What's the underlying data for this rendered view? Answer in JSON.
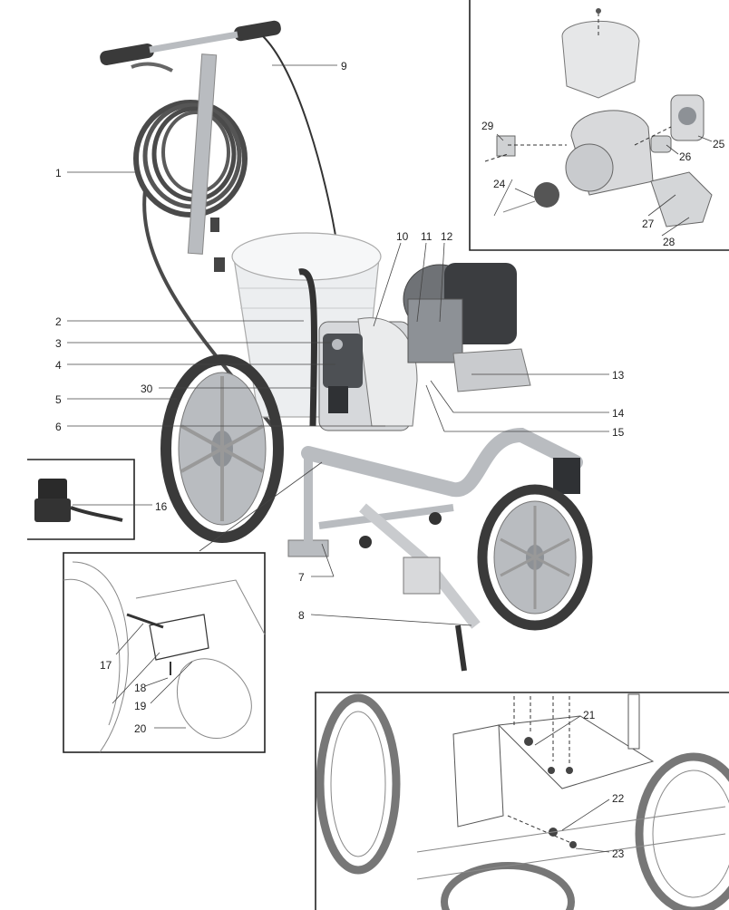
{
  "callouts": [
    {
      "id": "1",
      "text": "1"
    },
    {
      "id": "2",
      "text": "2"
    },
    {
      "id": "3",
      "text": "3"
    },
    {
      "id": "4",
      "text": "4"
    },
    {
      "id": "5",
      "text": "5"
    },
    {
      "id": "6",
      "text": "6"
    },
    {
      "id": "7",
      "text": "7"
    },
    {
      "id": "8",
      "text": "8"
    },
    {
      "id": "9",
      "text": "9"
    },
    {
      "id": "10",
      "text": "10"
    },
    {
      "id": "11",
      "text": "11"
    },
    {
      "id": "12",
      "text": "12"
    },
    {
      "id": "13",
      "text": "13"
    },
    {
      "id": "14",
      "text": "14"
    },
    {
      "id": "15",
      "text": "15"
    },
    {
      "id": "16",
      "text": "16"
    },
    {
      "id": "17",
      "text": "17"
    },
    {
      "id": "18",
      "text": "18"
    },
    {
      "id": "19",
      "text": "19"
    },
    {
      "id": "20",
      "text": "20"
    },
    {
      "id": "21",
      "text": "21"
    },
    {
      "id": "22",
      "text": "22"
    },
    {
      "id": "23",
      "text": "23"
    },
    {
      "id": "24",
      "text": "24"
    },
    {
      "id": "25",
      "text": "25"
    },
    {
      "id": "26",
      "text": "26"
    },
    {
      "id": "27",
      "text": "27"
    },
    {
      "id": "28",
      "text": "28"
    },
    {
      "id": "29",
      "text": "29"
    },
    {
      "id": "30",
      "text": "30"
    }
  ],
  "colors": {
    "frame": "#222222",
    "metal": "#b9bcc0",
    "tire": "#3a3a3a",
    "hub": "#8d9196",
    "bucket": "#eceef0",
    "engine": "#6f7276",
    "hose": "#4a4a4a"
  }
}
